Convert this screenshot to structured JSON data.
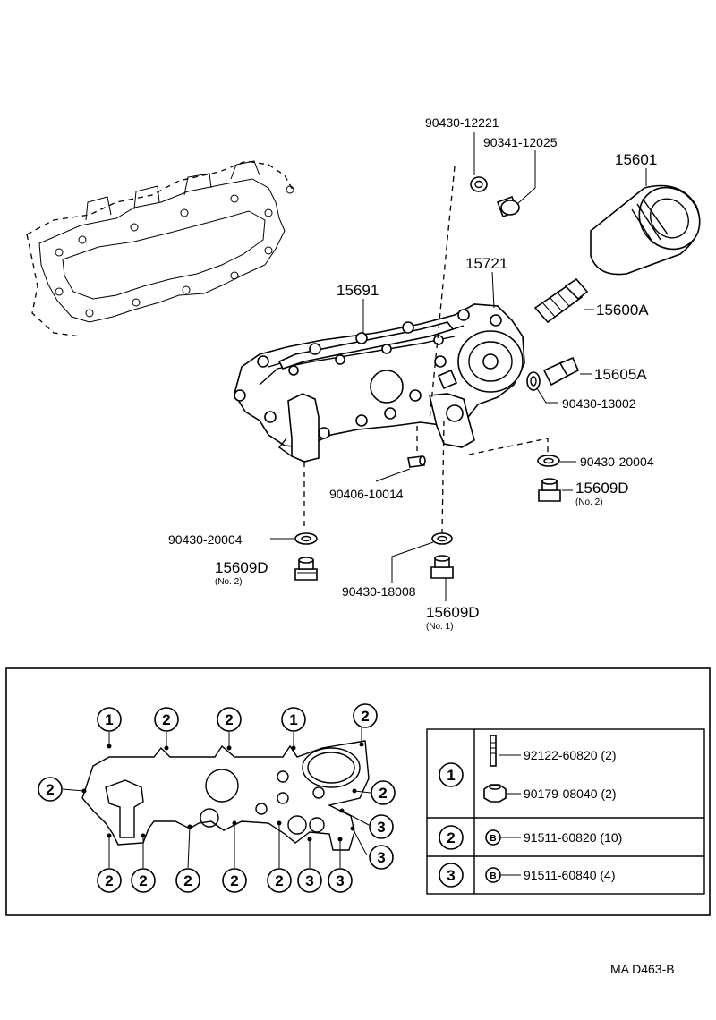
{
  "parts": {
    "p_90430_12221": "90430-12221",
    "p_90341_12025": "90341-12025",
    "p_15601": "15601",
    "p_15721": "15721",
    "p_15691": "15691",
    "p_15600A": "15600A",
    "p_15605A": "15605A",
    "p_90430_13002": "90430-13002",
    "p_90430_20004_right": "90430-20004",
    "p_15609D_right": "15609D",
    "p_15609D_right_note": "(No. 2)",
    "p_90406_10014": "90406-10014",
    "p_90430_20004_left": "90430-20004",
    "p_15609D_left": "15609D",
    "p_15609D_left_note": "(No. 2)",
    "p_90430_18008": "90430-18008",
    "p_15609D_bottom": "15609D",
    "p_15609D_bottom_note": "(No. 1)"
  },
  "bolt_map": {
    "markers": [
      "1",
      "2",
      "3"
    ],
    "table": [
      {
        "group": "1",
        "items": [
          {
            "part": "92122-60820 (2)",
            "icon": "stud-bolt-icon"
          },
          {
            "part": "90179-08040 (2)",
            "icon": "nut-icon"
          }
        ]
      },
      {
        "group": "2",
        "items": [
          {
            "part": "91511-60820 (10)",
            "icon": "bolt-b-icon",
            "badge": "B"
          }
        ]
      },
      {
        "group": "3",
        "items": [
          {
            "part": "91511-60840 (4)",
            "icon": "bolt-b-icon",
            "badge": "B"
          }
        ]
      }
    ]
  },
  "footer": {
    "code": "MA  D463-B"
  }
}
